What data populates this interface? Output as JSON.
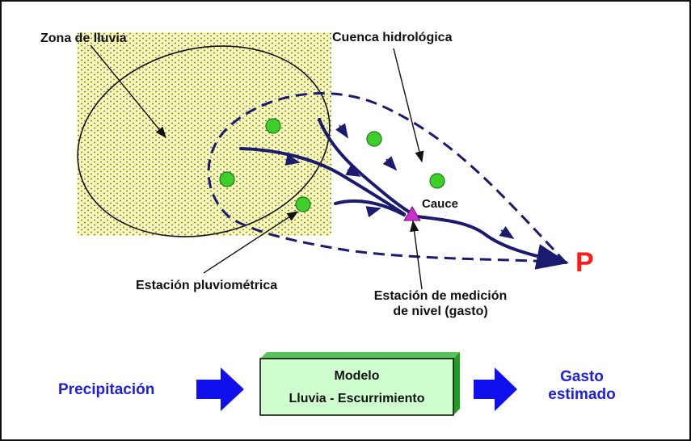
{
  "labels": {
    "rain_zone": "Zona de lluvia",
    "basin": "Cuenca hidrológica",
    "channel": "Cauce",
    "outlet": "P",
    "rain_station": "Estación pluviométrica",
    "level_station_line1": "Estación de medición",
    "level_station_line2": "de nivel (gasto)"
  },
  "flow": {
    "input": "Precipitación",
    "model_line1": "Modelo",
    "model_line2": "Lluvia - Escurrimiento",
    "output_line1": "Gasto",
    "output_line2": "estimado"
  },
  "colors": {
    "rain_zone_fill": "#fbfba8",
    "rain_dots": "#3d4fc0",
    "river": "#1a1a6e",
    "station_green": "#3fcf2a",
    "station_marker": "#d02fd0",
    "outlet_red": "#ff1a1a",
    "arrow_blue": "#1010ee",
    "model_box_fill": "#cfffcf",
    "model_box_side": "#22aa22",
    "text_blue": "#1f1fe0"
  }
}
